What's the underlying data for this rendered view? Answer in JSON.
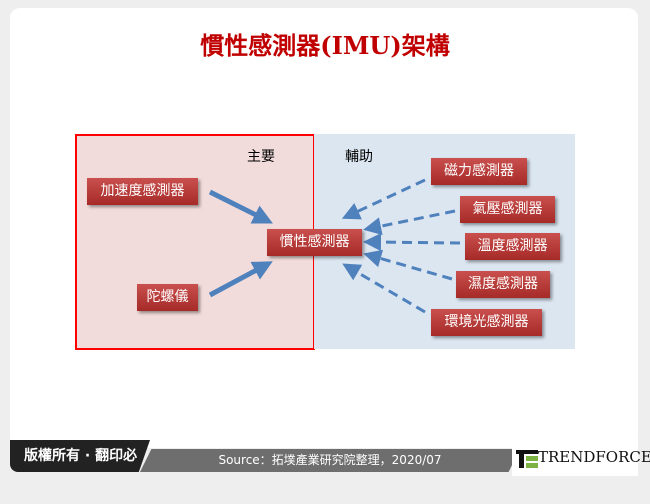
{
  "title": "慣性感測器(IMU)架構",
  "groups": {
    "primary": "主要",
    "auxiliary": "輔助"
  },
  "nodes": {
    "center": "慣性感測器",
    "primary": [
      "加速度感測器",
      "陀螺儀"
    ],
    "auxiliary": [
      "磁力感測器",
      "氣壓感測器",
      "溫度感測器",
      "濕度感測器",
      "環境光感測器"
    ]
  },
  "footer": {
    "copyright": "版權所有 · 翻印必究",
    "source": "Source：拓墣產業研究院整理，2020/07",
    "logo": "TRENDFORCE"
  },
  "colors": {
    "title": "#c00000",
    "node": "#b83c3a",
    "primary_bg": "#f2dcdb",
    "aux_bg": "#dce6f1",
    "arrow": "#4f81bd"
  }
}
